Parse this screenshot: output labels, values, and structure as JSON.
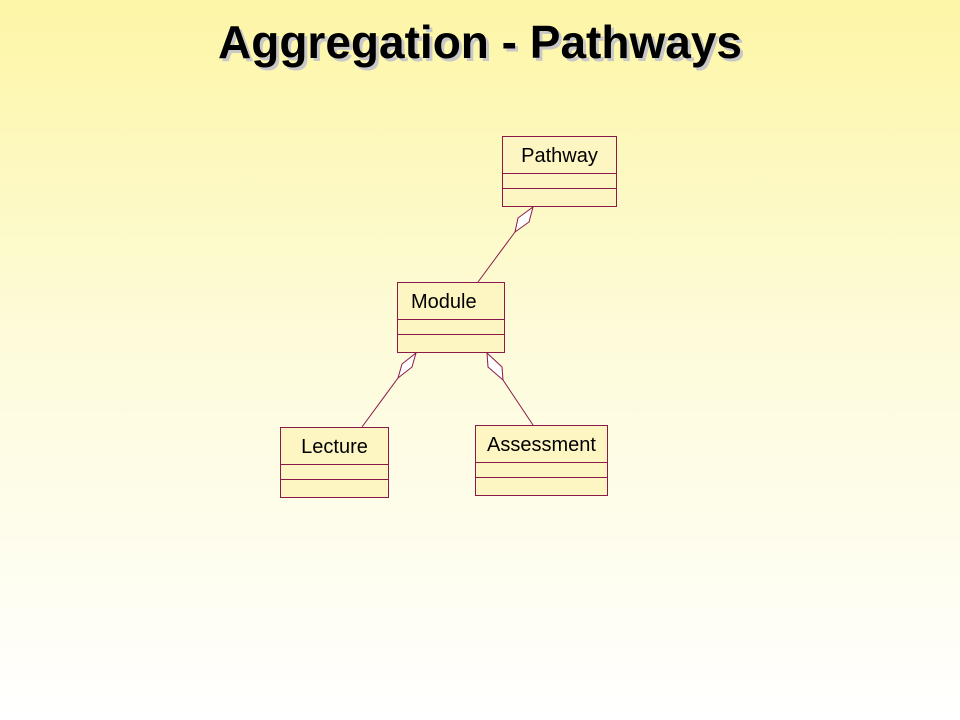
{
  "title": "Aggregation - Pathways",
  "classes": {
    "pathway": "Pathway",
    "module": "Module",
    "lecture": "Lecture",
    "assessment": "Assessment"
  },
  "colors": {
    "border": "#8b1a4a",
    "fill": "#fdf6c3"
  },
  "relationships": [
    {
      "whole": "Pathway",
      "part": "Module",
      "kind": "aggregation"
    },
    {
      "whole": "Module",
      "part": "Lecture",
      "kind": "aggregation"
    },
    {
      "whole": "Module",
      "part": "Assessment",
      "kind": "aggregation"
    }
  ]
}
